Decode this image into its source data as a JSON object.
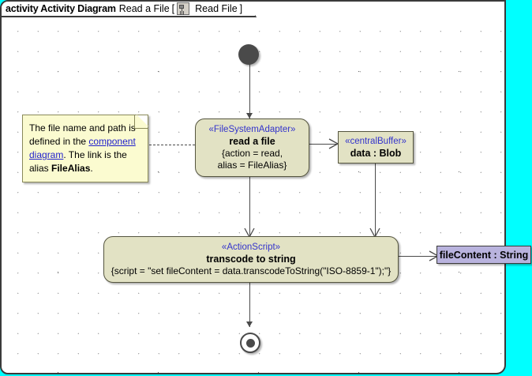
{
  "window": {
    "background_color": "#00ffff"
  },
  "frame": {
    "keyword": "activity Activity Diagram",
    "name": "Read a File",
    "bracket_open": "[",
    "bracket_close": "]",
    "tagged_element": "Read File",
    "icon": "component-node-icon"
  },
  "note": {
    "text_part1": "The file name and path is defined in the ",
    "link_text": "component diagram",
    "text_part2": ". The link is the alias ",
    "bold_text": "FileAlias",
    "text_part3": ".",
    "fill_color": "#fbfbd0"
  },
  "nodes": {
    "initial": {
      "label": "initial-node"
    },
    "read_a_file": {
      "stereotype": "«FileSystemAdapter»",
      "name": "read a file",
      "prop_line1": "{action = read,",
      "prop_line2": "alias = FileAlias}",
      "fill_color": "#e2e2c4"
    },
    "central_buffer": {
      "stereotype": "«centralBuffer»",
      "name": "data : Blob",
      "fill_color": "#e2e2c4"
    },
    "transcode": {
      "stereotype": "«ActionScript»",
      "name": "transcode to string",
      "script": "{script = \"set fileContent = data.transcodeToString(\"ISO-8859-1\");\"}",
      "fill_color": "#e2e2c4"
    },
    "file_content": {
      "name": "fileContent : String",
      "fill_color": "#b9b3de"
    },
    "final": {
      "label": "activity-final-node"
    }
  },
  "colors": {
    "stereotype_text": "#3333cc",
    "link_text": "#2222cc",
    "edge": "#4a4a4a",
    "canvas": "#ffffff",
    "accent_cyan": "#00ffff"
  }
}
